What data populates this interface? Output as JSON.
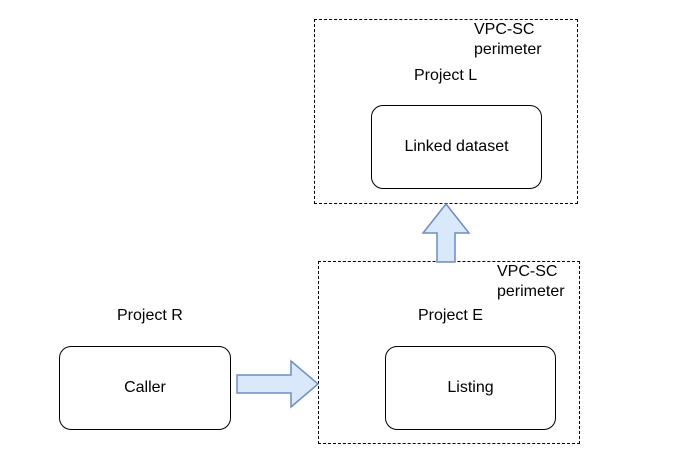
{
  "diagram": {
    "perimeter_top": {
      "label_line1": "VPC-SC",
      "label_line2": "perimeter",
      "project": "Project L",
      "node": "Linked dataset"
    },
    "perimeter_bottom": {
      "label_line1": "VPC-SC",
      "label_line2": "perimeter",
      "project": "Project E",
      "node": "Listing"
    },
    "outside": {
      "project": "Project R",
      "node": "Caller"
    },
    "colors": {
      "arrow_fill": "#dae8fc",
      "arrow_stroke": "#6c8ebf",
      "border": "#000000"
    }
  }
}
